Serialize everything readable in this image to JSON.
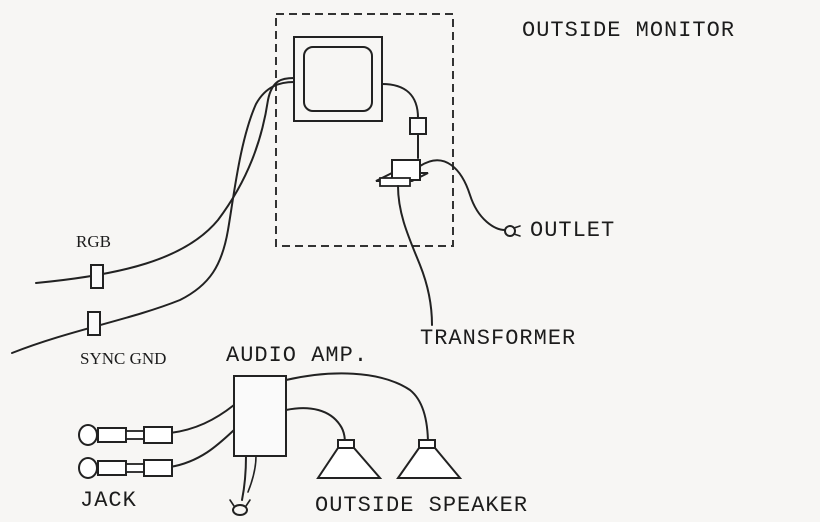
{
  "labels": {
    "outside_monitor": "OUTSIDE MONITOR",
    "outlet": "OUTLET",
    "rgb": "RGB",
    "transformer": "TRANSFORMER",
    "sync_gnd": "SYNC GND",
    "audio_amp": "AUDIO AMP.",
    "jack": "JACK",
    "outside_speaker": "OUTSIDE SPEAKER"
  }
}
